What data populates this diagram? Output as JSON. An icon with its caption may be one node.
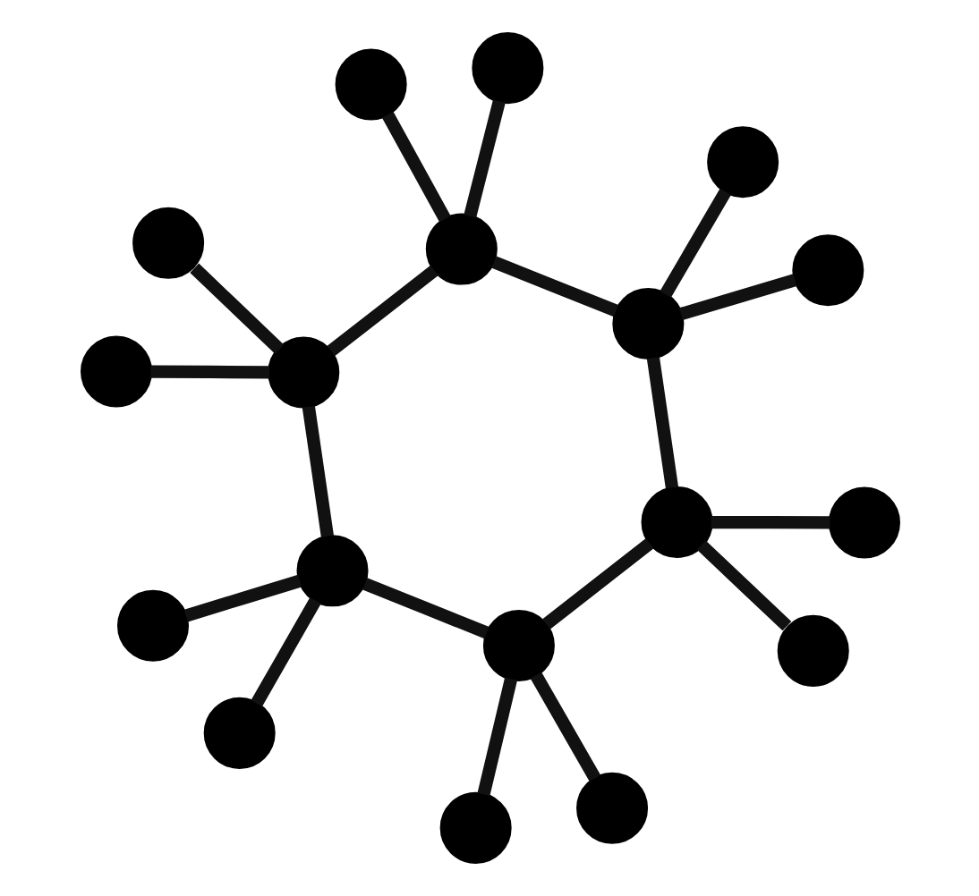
{
  "diagram": {
    "nodes": [
      {
        "text": [],
        "shape": "circle"
      },
      {
        "text": [],
        "shape": "circle"
      },
      {
        "text": [],
        "shape": "circle"
      },
      {
        "text": [],
        "shape": "circle"
      },
      {
        "text": [],
        "shape": "circle"
      },
      {
        "text": [],
        "shape": "circle"
      },
      {
        "text": [],
        "shape": "circle"
      },
      {
        "text": [],
        "shape": "circle"
      },
      {
        "text": [],
        "shape": "circle"
      },
      {
        "text": [],
        "shape": "circle"
      },
      {
        "text": [],
        "shape": "circle"
      },
      {
        "text": [],
        "shape": "circle"
      },
      {
        "text": [],
        "shape": "circle"
      },
      {
        "text": [],
        "shape": "circle"
      },
      {
        "text": [],
        "shape": "circle"
      },
      {
        "text": [],
        "shape": "circle"
      },
      {
        "text": [],
        "shape": "circle"
      },
      {
        "text": [],
        "shape": "circle"
      }
    ],
    "edges": [
      {
        "from": 4,
        "to": 5,
        "arrow": "none"
      },
      {
        "from": 4,
        "to": 8,
        "arrow": "none"
      },
      {
        "from": 5,
        "to": 9,
        "arrow": "none"
      },
      {
        "from": 8,
        "to": 12,
        "arrow": "none"
      },
      {
        "from": 9,
        "to": 13,
        "arrow": "none"
      },
      {
        "from": 12,
        "to": 13,
        "arrow": "none"
      },
      {
        "from": 0,
        "to": 4,
        "arrow": "none"
      },
      {
        "from": 1,
        "to": 4,
        "arrow": "none"
      },
      {
        "from": 2,
        "to": 5,
        "arrow": "none"
      },
      {
        "from": 3,
        "to": 5,
        "arrow": "none"
      },
      {
        "from": 6,
        "to": 8,
        "arrow": "none"
      },
      {
        "from": 10,
        "to": 8,
        "arrow": "none"
      },
      {
        "from": 7,
        "to": 9,
        "arrow": "none"
      },
      {
        "from": 11,
        "to": 9,
        "arrow": "none"
      },
      {
        "from": 14,
        "to": 12,
        "arrow": "none"
      },
      {
        "from": 15,
        "to": 12,
        "arrow": "none"
      },
      {
        "from": 16,
        "to": 13,
        "arrow": "none"
      },
      {
        "from": 17,
        "to": 13,
        "arrow": "none"
      }
    ]
  }
}
